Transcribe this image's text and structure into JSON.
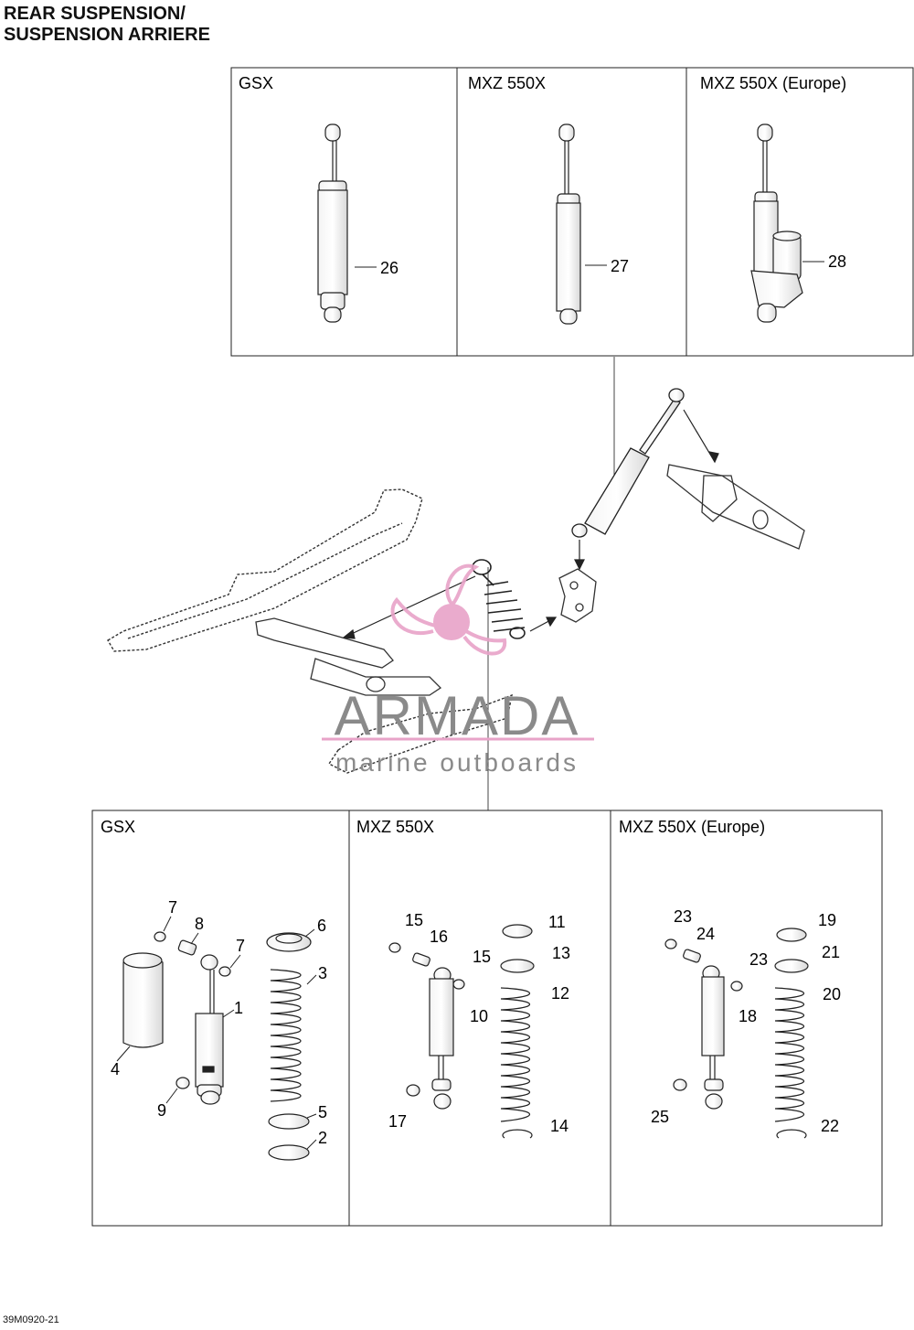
{
  "header": {
    "title_en": "REAR SUSPENSION/",
    "title_fr": "SUSPENSION ARRIERE"
  },
  "top_panels": [
    {
      "model": "GSX",
      "part": "26"
    },
    {
      "model": "MXZ 550X",
      "part": "27"
    },
    {
      "model": "MXZ 550X (Europe)",
      "part": "28"
    }
  ],
  "bottom_panels": [
    {
      "model": "GSX",
      "labels": [
        "7",
        "8",
        "7",
        "6",
        "3",
        "1",
        "4",
        "9",
        "5",
        "2"
      ]
    },
    {
      "model": "MXZ 550X",
      "labels": [
        "15",
        "16",
        "15",
        "11",
        "13",
        "12",
        "10",
        "17",
        "14"
      ]
    },
    {
      "model": "MXZ 550X (Europe)",
      "labels": [
        "23",
        "24",
        "23",
        "19",
        "21",
        "20",
        "18",
        "25",
        "22"
      ]
    }
  ],
  "watermark": {
    "brand": "ARMADA",
    "tagline": "marine outboards"
  },
  "figure_code": "39M0920-21",
  "colors": {
    "line": "#222222",
    "watermark_text": "#8a8a8a",
    "watermark_logo": "#e8a3c8"
  }
}
